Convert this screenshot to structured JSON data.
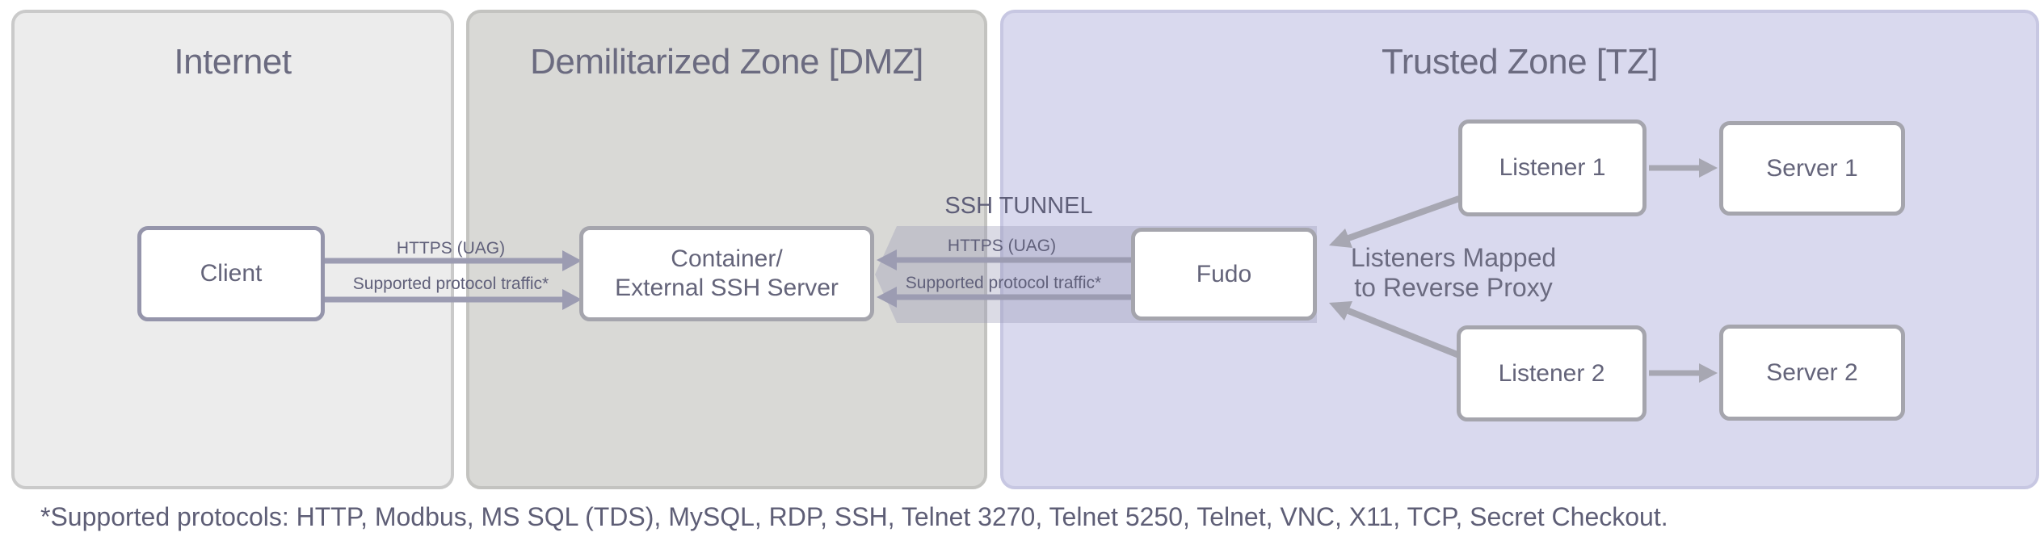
{
  "zones": {
    "internet": {
      "title": "Internet"
    },
    "dmz": {
      "title": "Demilitarized Zone [DMZ]"
    },
    "tz": {
      "title": "Trusted Zone [TZ]"
    }
  },
  "nodes": {
    "client": {
      "label": "Client"
    },
    "container": {
      "label_line1": "Container/",
      "label_line2": "External SSH Server"
    },
    "fudo": {
      "label": "Fudo"
    },
    "listener1": {
      "label": "Listener 1"
    },
    "server1": {
      "label": "Server 1"
    },
    "listener2": {
      "label": "Listener 2"
    },
    "server2": {
      "label": "Server 2"
    }
  },
  "edges": {
    "client_to_container": {
      "https_label": "HTTPS (UAG)",
      "protocol_label": "Supported protocol traffic*"
    },
    "ssh_tunnel": {
      "title": "SSH TUNNEL",
      "https_label": "HTTPS (UAG)",
      "protocol_label": "Supported protocol traffic*"
    },
    "listeners_mapping": {
      "label_line1": "Listeners Mapped",
      "label_line2": "to Reverse Proxy"
    }
  },
  "footer": {
    "note": "*Supported protocols: HTTP, Modbus, MS SQL (TDS), MySQL, RDP, SSH, Telnet 3270, Telnet 5250, Telnet, VNC, X11, TCP, Secret Checkout."
  },
  "colors": {
    "zone_internet_fill": "#ececec",
    "zone_dmz_fill": "#d9d9d6",
    "zone_tz_fill": "#d9d9ee",
    "box_border": "#a5a5ad",
    "client_box_border": "#9595ab",
    "arrow_purple_gray": "#9c9cb2",
    "arrow_neutral_gray": "#a7a7b2",
    "tunnel_band": "rgba(151,151,181,0.35)",
    "label_text": "#60607a",
    "zone_title_text": "#6b6b80"
  }
}
